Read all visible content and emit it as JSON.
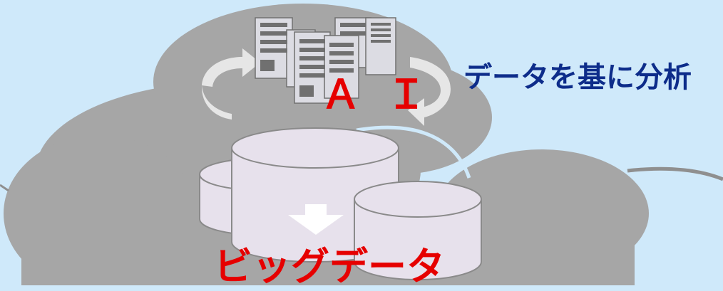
{
  "labels": {
    "analysis": "データを基に分析",
    "ai": "ＡＩ",
    "big_data": "ビッグデータ"
  },
  "colors": {
    "sky": "#cfe9fa",
    "cloud": "#a6a6a6",
    "cloud_edge": "#8f8f8f",
    "database_fill": "#e7e1ec",
    "database_stroke": "#8a8a8a",
    "arrow": "#e6e6e6",
    "label_blue": "#0d2c8a",
    "label_red": "#e60000"
  },
  "icons": [
    "cloud-icon",
    "server-rack-icon",
    "database-cylinder-icon",
    "down-arrow-icon",
    "cycle-arrow-icon"
  ]
}
